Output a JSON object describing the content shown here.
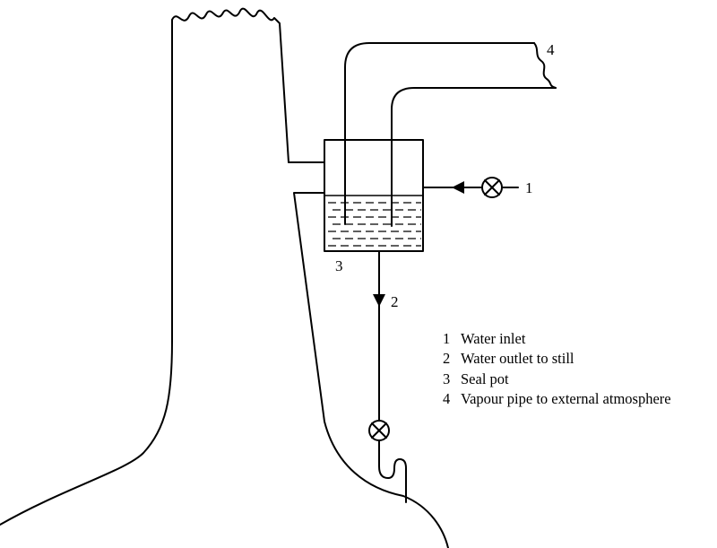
{
  "labels": {
    "water_inlet": "1",
    "water_outlet": "2",
    "seal_pot": "3",
    "vapour_pipe": "4"
  },
  "legend": [
    {
      "num": "1",
      "text": "Water inlet"
    },
    {
      "num": "2",
      "text": "Water outlet to still"
    },
    {
      "num": "3",
      "text": "Seal pot"
    },
    {
      "num": "4",
      "text": "Vapour pipe to external atmosphere"
    }
  ],
  "colors": {
    "line": "#000000",
    "background": "#ffffff"
  },
  "icons": {
    "valve": "valve-cross-circle-icon",
    "arrow": "arrowhead-icon"
  }
}
